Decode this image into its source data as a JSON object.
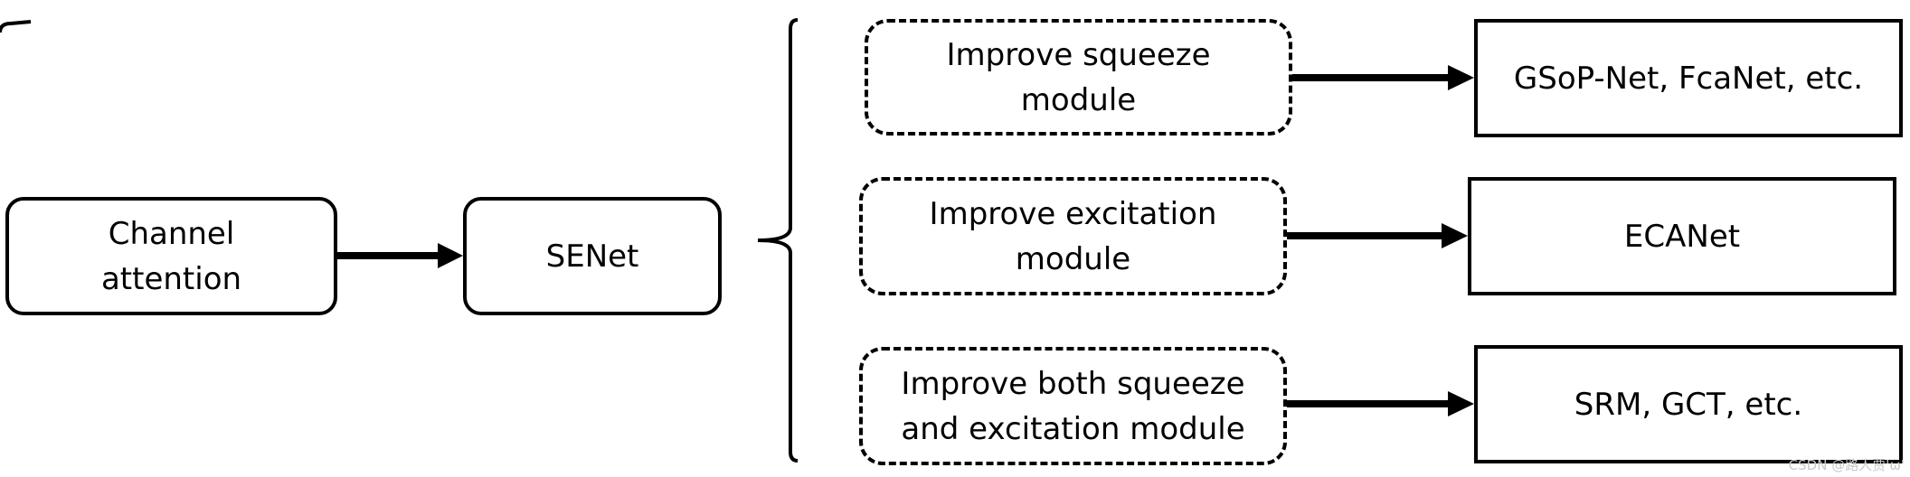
{
  "diagram": {
    "nodes": {
      "channel_attention": {
        "line1": "Channel",
        "line2": "attention"
      },
      "senet": {
        "label": "SENet"
      },
      "improve_squeeze": {
        "line1": "Improve squeeze",
        "line2": "module"
      },
      "improve_excitation": {
        "line1": "Improve excitation",
        "line2": "module"
      },
      "improve_both": {
        "line1": "Improve both squeeze",
        "line2": "and excitation module"
      },
      "gsop": {
        "label": "GSoP-Net, FcaNet, etc."
      },
      "ecanet": {
        "label": "ECANet"
      },
      "srm": {
        "label": "SRM, GCT, etc."
      }
    },
    "edges": [
      {
        "from": "Channel attention",
        "to": "SENet"
      },
      {
        "from": "Improve squeeze module",
        "to": "GSoP-Net, FcaNet, etc."
      },
      {
        "from": "Improve excitation module",
        "to": "ECANet"
      },
      {
        "from": "Improve both squeeze and excitation module",
        "to": "SRM, GCT, etc."
      }
    ]
  },
  "watermark": "CSDN @路人贾'ω'",
  "colors": {
    "stroke": "#000000",
    "background": "#ffffff",
    "watermark": "#c9c9c9"
  }
}
